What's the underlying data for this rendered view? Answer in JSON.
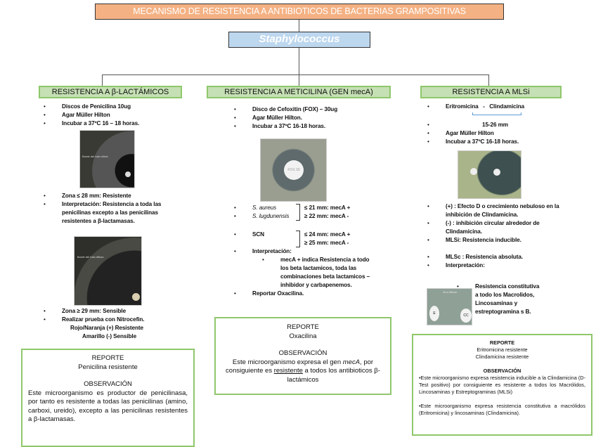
{
  "title": "MECANISMO DE RESISTENCIA A ANTIBIOTICOS DE BACTERIAS GRAMPOSITIVAS",
  "genus": "Staphylococcus",
  "columns": {
    "beta": {
      "header": "RESISTENCIA A β-LACTÁMICOS",
      "items_top": [
        "Discos de Penicilina 10ug",
        "Agar Müller Hilton",
        "Incubar a 37ºC 16 – 18 horas."
      ],
      "image1_caption": "Borde del halo nítido",
      "items_mid": [
        "Zona ≤ 28 mm: Resistente",
        "Interpretación: Resistencia a toda las penicilinas excepto a las penicilinas resistentes a β-lactamasas."
      ],
      "image2_caption": "Borde del halo difuso",
      "items_bottom": [
        "Zona ≥ 29 mm: Sensible",
        "Realizar prueba con Nitrocefin."
      ],
      "nitro_lines": [
        "Rojo/Naranja (+) Resistente",
        "Amarillo (-) Sensible"
      ],
      "report_title": "REPORTE",
      "report": "Penicilina resistente",
      "obs_title": "OBSERVACIÓN",
      "obs": "Este microorganismo es productor de penicilinasa, por tanto es resistente a todas las penicilinas (amino, carboxi, ureido), excepto a las penicilinas resistentes a β-lactamasas."
    },
    "meti": {
      "header": "RESISTENCIA A METICILINA (GEN mecA)",
      "items_top": [
        "Disco de Cefoxitin (FOX) – 30ug",
        "Agar Müller Hilton.",
        "Incubar a 37ºC 16-18 horas."
      ],
      "disk_label": "FOX 30",
      "group1": [
        "S. aureus",
        "S. lugdunensis"
      ],
      "group1_ranges": [
        "≤ 21 mm: mecA +",
        "≥ 22 mm: mecA -"
      ],
      "group2": "SCN",
      "group2_ranges": [
        "≤ 24 mm: mecA +",
        "≥ 25 mm: mecA -"
      ],
      "interp_label": "Interpretación:",
      "interp": "mecA + indica Resistencia a todo los beta lactamicos, toda las combinaciones beta lactamicos – inhibidor y carbapenemos.",
      "report_item": "Reportar Oxacilina.",
      "report_title": "REPORTE",
      "report": "Oxacilina",
      "obs_title": "OBSERVACIÓN",
      "obs_pre": "Este microorganismo expresa el gen ",
      "obs_gene": "mecA",
      "obs_mid": ", por consiguiente es ",
      "obs_ul": "resistente",
      "obs_post": " a todos los antibioticos β-lactámicos"
    },
    "mls": {
      "header": "RESISTENCIA A MLSi",
      "drugs": "Eritromicina   -   Clindamicina",
      "distance": "15-26 mm",
      "items_top": [
        "Agar Müller Hilton",
        "Incubar a 37ºC 16-18 horas."
      ],
      "items_mid": [
        "(+) : Efecto D o crecimiento nebuloso en la inhibición de Clindamicina.",
        "(-) : inhibición circular alrededor de Clindamicina.",
        "MLSi: Resistencia inducible."
      ],
      "items_mid2": [
        "MLSc : Resistencia absoluta.",
        "Interpretación:"
      ],
      "interp": "Resistencia constitutiva a todo los Macrolidos, Lincosaminas y estreptogramina s B.",
      "img2_label": "15 a 26mm",
      "img2_disks": [
        "E",
        "CC"
      ],
      "report_title": "REPORTE",
      "report_lines": [
        "Eritromicina resistente",
        "Clindamicina resistente"
      ],
      "obs_title": "OBSERVACIÓN",
      "obs1": "•Este microorganismo expresa resistencia inducible a la Clindamicina (D-Test positivo) por consiguiente es resistente a todos los Macrólidos, Lincosaminas y Estreptograminas (MLSi)",
      "obs2": "•Este microorganismo expresa resistencia constitutiva a macrólidos (Eritromicina) y lincosaminas (Clindamicina)."
    }
  },
  "colors": {
    "title_fill": "#f4b183",
    "genus_fill": "#bdd7ee",
    "header_fill": "#c5e0b4",
    "border_green": "#8fc76b"
  }
}
